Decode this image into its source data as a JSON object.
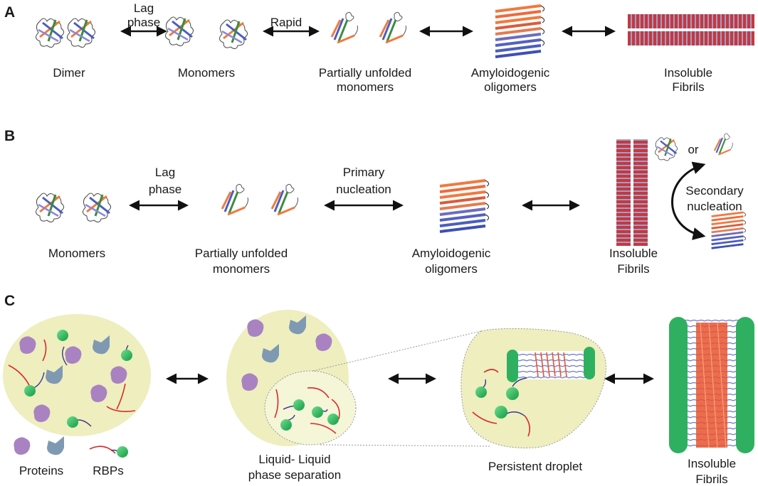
{
  "panels": {
    "a": {
      "letter": "A",
      "arrows": [
        "Lag",
        "phase",
        "Rapid"
      ],
      "stages": [
        {
          "line1": "Dimer",
          "line2": ""
        },
        {
          "line1": "Monomers",
          "line2": ""
        },
        {
          "line1": "Partially unfolded",
          "line2": "monomers"
        },
        {
          "line1": "Amyloidogenic",
          "line2": "oligomers"
        },
        {
          "line1": "Insoluble",
          "line2": "Fibrils"
        }
      ]
    },
    "b": {
      "letter": "B",
      "arrows": [
        "Lag",
        "phase",
        "Primary",
        "nucleation"
      ],
      "secondary": [
        "Secondary",
        "nucleation"
      ],
      "or_word": "or",
      "stages": [
        {
          "line1": "Monomers",
          "line2": ""
        },
        {
          "line1": "Partially unfolded",
          "line2": "monomers"
        },
        {
          "line1": "Amyloidogenic",
          "line2": "oligomers"
        },
        {
          "line1": "Insoluble",
          "line2": "Fibrils"
        }
      ]
    },
    "c": {
      "letter": "C",
      "legend": [
        "Proteins",
        "RBPs"
      ],
      "stages": [
        {
          "line1": "Liquid- Liquid",
          "line2": "phase separation"
        },
        {
          "line1": "Persistent  droplet",
          "line2": ""
        },
        {
          "line1": "Insoluble",
          "line2": "Fibrils"
        }
      ]
    }
  },
  "colors": {
    "fibril_red": "#c8373c",
    "fibril_blue": "#9aa0cc",
    "strand_orange": "#f07a3e",
    "strand_blue": "#4a5ec0",
    "strand_green": "#3c8c3c",
    "strand_purple": "#8c88d8",
    "droplet_fill": "#eeeebf",
    "protein_purple": "#a982c2",
    "protein_blue": "#7f99b2",
    "rbp_green": "#2fb060",
    "rna_red": "#d72a2a"
  }
}
